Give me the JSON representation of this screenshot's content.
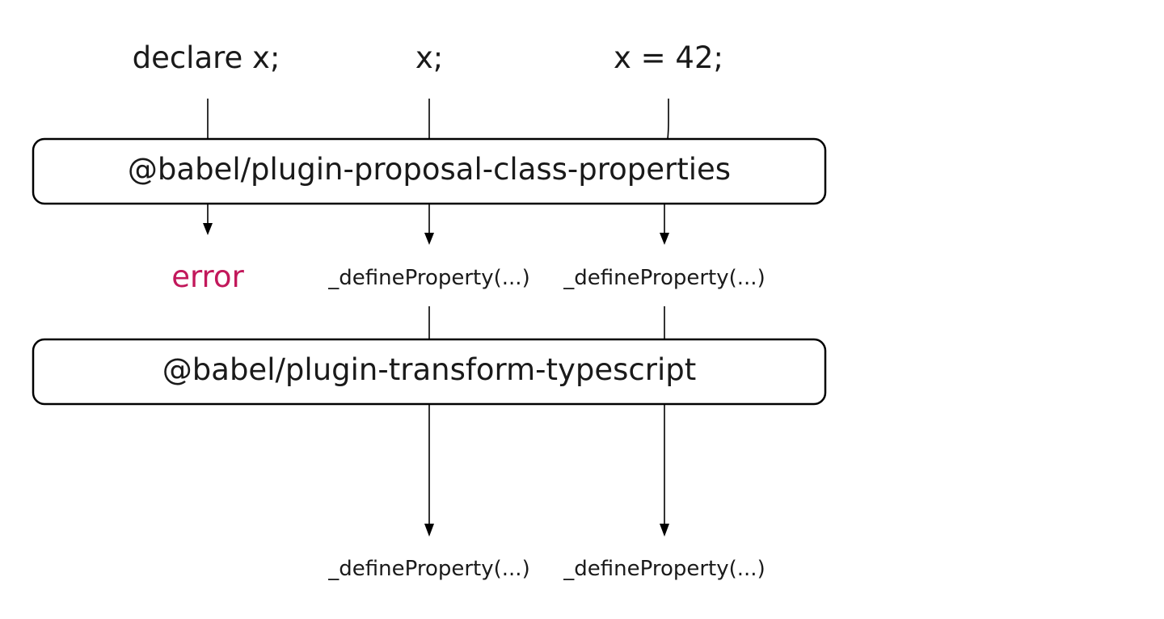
{
  "inputs": {
    "declare": "declare x;",
    "bare": "x;",
    "assign": "x = 42;"
  },
  "plugins": {
    "class_properties": "@babel/plugin-proposal-class-properties",
    "transform_typescript": "@babel/plugin-transform-typescript"
  },
  "intermediate": {
    "error": "error",
    "define_1": "_defineProperty(...)",
    "define_2": "_defineProperty(...)"
  },
  "outputs": {
    "define_1": "_defineProperty(...)",
    "define_2": "_defineProperty(...)"
  },
  "colors": {
    "error": "#c2185b",
    "stroke": "#000000",
    "text": "#1a1a1a"
  }
}
